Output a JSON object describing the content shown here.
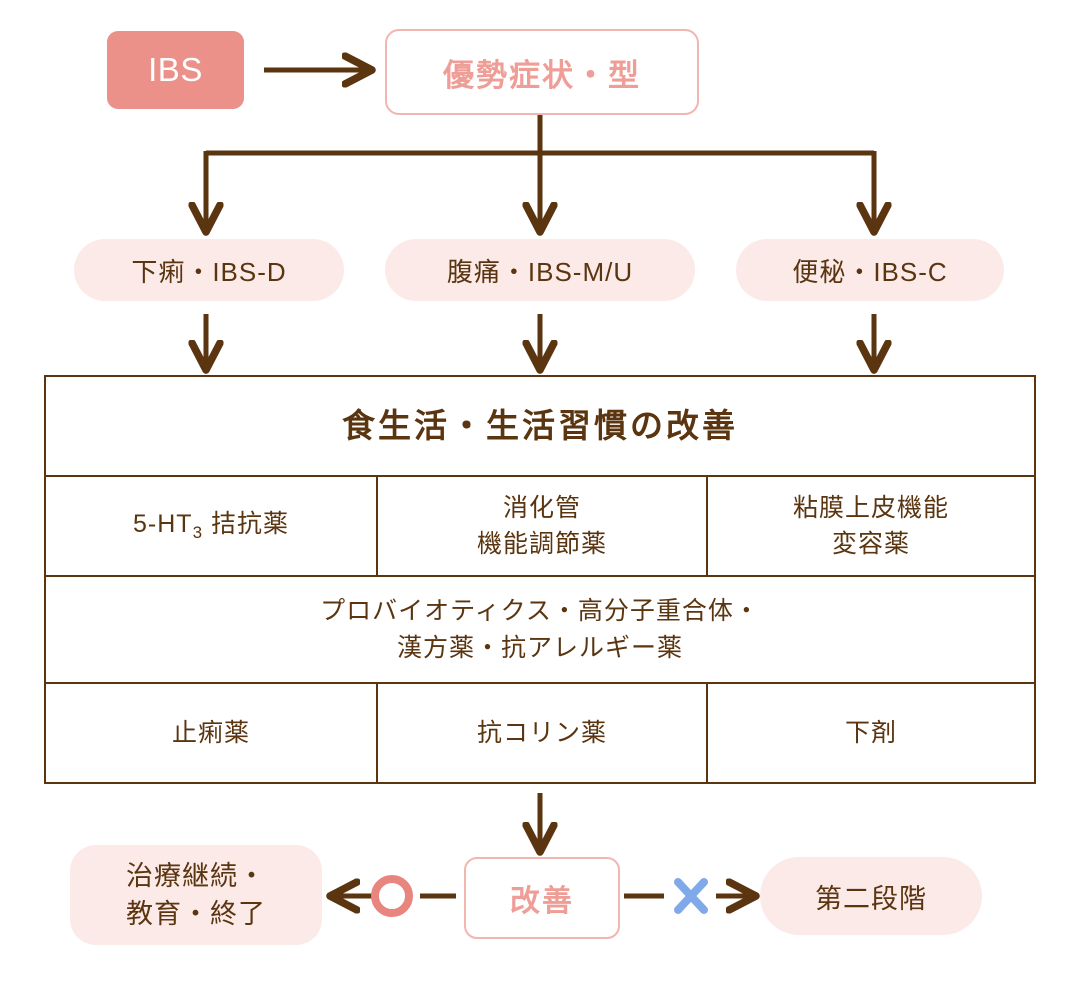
{
  "diagram": {
    "title": "IBS treatment algorithm flowchart",
    "colors": {
      "brown": "#5a3510",
      "salmon": "#eb918a",
      "pink_text": "#ef9e97",
      "pink_border": "#f2b5b0",
      "pink_fill": "#fbeae8",
      "blue_x": "#7fa9e8",
      "white": "#ffffff"
    }
  },
  "start": {
    "ibs_label": "IBS",
    "dominant_label": "優勢症状・型"
  },
  "symptoms": [
    {
      "label": "下痢・IBS-D"
    },
    {
      "label": "腹痛・IBS-M/U"
    },
    {
      "label": "便秘・IBS-C"
    }
  ],
  "treatment_table": {
    "header": "食生活・生活習慣の改善",
    "rows": [
      {
        "merged": false,
        "cells": [
          {
            "lines": [
              "5-HT3 拮抗薬"
            ],
            "subscript": "3",
            "prefix": "5-HT",
            "suffix": " 拮抗薬"
          },
          {
            "lines": [
              "消化管",
              "機能調節薬"
            ]
          },
          {
            "lines": [
              "粘膜上皮機能",
              "変容薬"
            ]
          }
        ]
      },
      {
        "merged": true,
        "cells": [
          {
            "lines": [
              "プロバイオティクス・高分子重合体・",
              "漢方薬・抗アレルギー薬"
            ]
          }
        ]
      },
      {
        "merged": false,
        "cells": [
          {
            "lines": [
              "止痢薬"
            ]
          },
          {
            "lines": [
              "抗コリン薬"
            ]
          },
          {
            "lines": [
              "下剤"
            ]
          }
        ]
      }
    ]
  },
  "outcome": {
    "evaluation_label": "改善",
    "positive_symbol": "O",
    "negative_symbol": "X",
    "positive_lines": [
      "治療継続・",
      "教育・終了"
    ],
    "negative_label": "第二段階"
  }
}
